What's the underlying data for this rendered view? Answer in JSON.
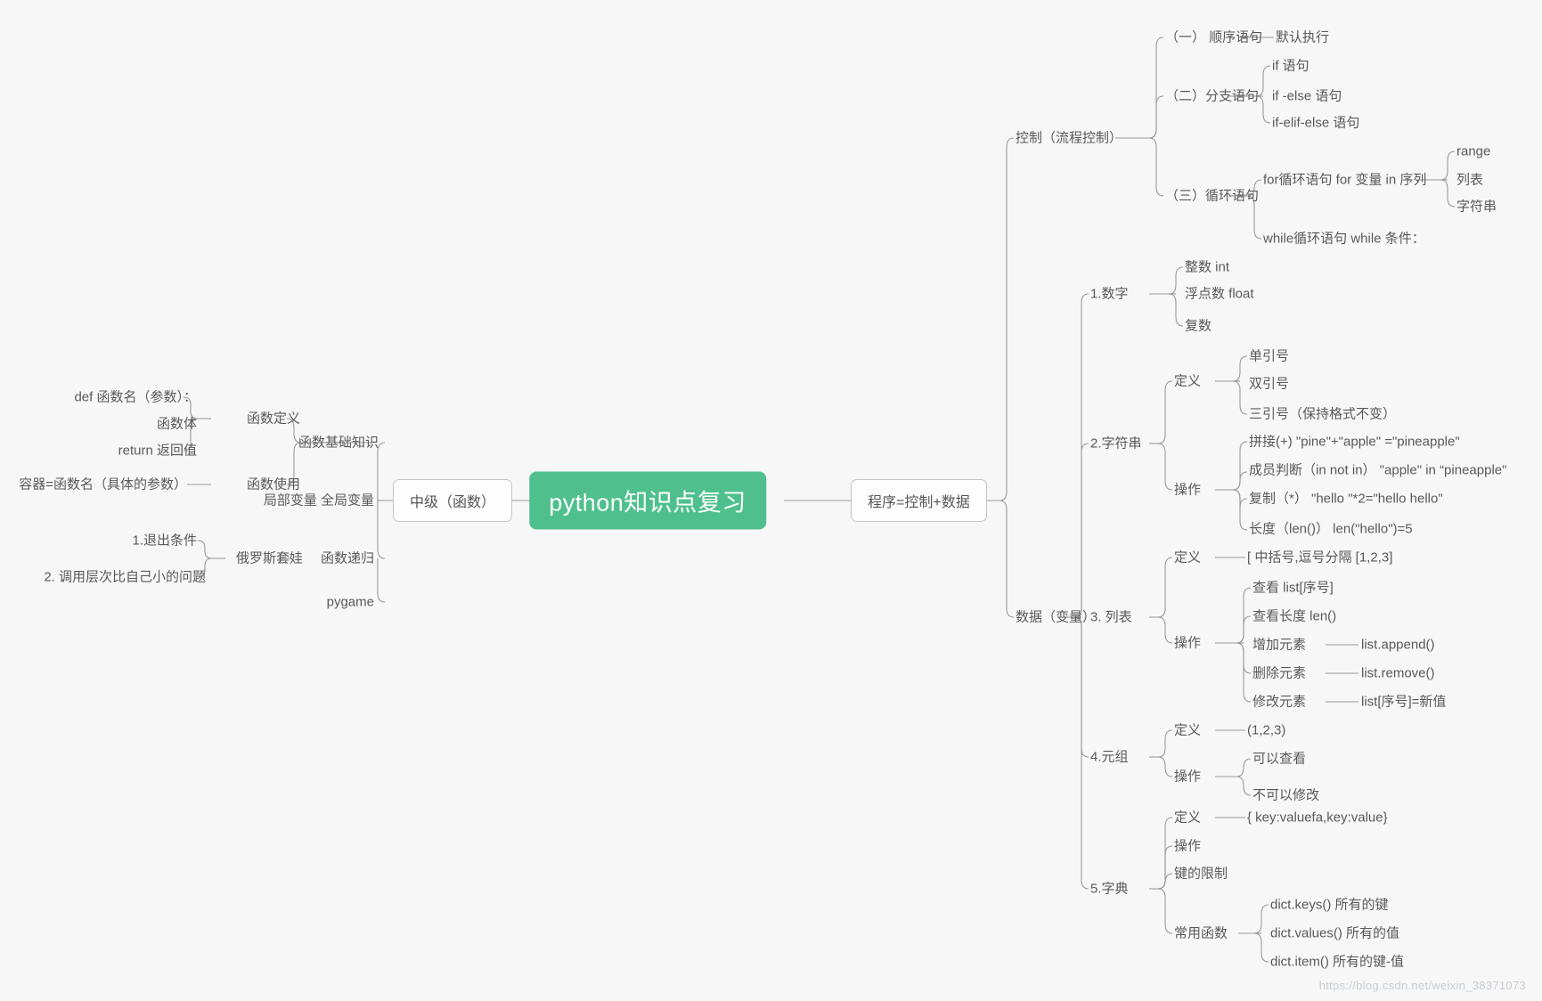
{
  "root": {
    "label": "python知识点复习",
    "color": "#4FC08D",
    "text_color": "#ffffff"
  },
  "watermark": "https://blog.csdn.net/weixin_38371073",
  "theme": {
    "line_color": "#9a9a9a",
    "background": "#f7f7f7",
    "text_color": "#595959",
    "box_border": "#c4c4c4"
  },
  "left_branch": {
    "label": "中级（函数）",
    "children": [
      {
        "label": "函数基础知识",
        "children": [
          {
            "label": "函数定义",
            "children": [
              {
                "label": "def 函数名（参数）："
              },
              {
                "label": "函数体"
              },
              {
                "label": "return 返回值"
              }
            ]
          },
          {
            "label": "函数使用",
            "children": [
              {
                "label": "容器=函数名（具体的参数）"
              }
            ]
          }
        ]
      },
      {
        "label": "局部变量 全局变量",
        "children": []
      },
      {
        "label": "函数递归",
        "children": [
          {
            "label": "俄罗斯套娃",
            "children": [
              {
                "label": "1.退出条件"
              },
              {
                "label": "2. 调用层次比自己小的问题"
              }
            ]
          }
        ]
      },
      {
        "label": "pygame",
        "children": []
      }
    ]
  },
  "right_branch": {
    "label": "程序=控制+数据",
    "children": [
      {
        "label": "控制（流程控制）",
        "children": [
          {
            "label": "（一） 顺序语句",
            "children": [
              {
                "label": "默认执行"
              }
            ]
          },
          {
            "label": "（二）分支语句",
            "children": [
              {
                "label": "if 语句"
              },
              {
                "label": "if -else  语句"
              },
              {
                "label": "if-elif-else 语句"
              }
            ]
          },
          {
            "label": "（三）循环语句",
            "children": [
              {
                "label": "for循环语句   for 变量 in 序列",
                "children": [
                  {
                    "label": "range"
                  },
                  {
                    "label": "列表"
                  },
                  {
                    "label": "字符串"
                  }
                ]
              },
              {
                "label": "while循环语句  while 条件："
              }
            ]
          }
        ]
      },
      {
        "label": "数据（变量）",
        "children": [
          {
            "label": "1.数字",
            "children": [
              {
                "label": "整数  int"
              },
              {
                "label": "浮点数 float"
              },
              {
                "label": "复数"
              }
            ]
          },
          {
            "label": "2.字符串",
            "children": [
              {
                "label": "定义",
                "children": [
                  {
                    "label": "单引号"
                  },
                  {
                    "label": "双引号"
                  },
                  {
                    "label": "三引号（保持格式不变）"
                  }
                ]
              },
              {
                "label": "操作",
                "children": [
                  {
                    "label": "拼接(+) \"pine\"+\"apple\" =\"pineapple\""
                  },
                  {
                    "label": "成员判断（in  not in）  \"apple\" in “pineapple\""
                  },
                  {
                    "label": "复制（*）    \"hello \"*2=\"hello hello\""
                  },
                  {
                    "label": "长度（len()）  len(\"hello\")=5"
                  }
                ]
              }
            ]
          },
          {
            "label": "3. 列表",
            "children": [
              {
                "label": "定义",
                "children": [
                  {
                    "label": "[ 中括号,逗号分隔   [1,2,3]"
                  }
                ]
              },
              {
                "label": "操作",
                "children": [
                  {
                    "label": "查看 list[序号]"
                  },
                  {
                    "label": "查看长度  len()"
                  },
                  {
                    "label": "增加元素",
                    "children": [
                      {
                        "label": "list.append()"
                      }
                    ]
                  },
                  {
                    "label": "删除元素",
                    "children": [
                      {
                        "label": "list.remove()"
                      }
                    ]
                  },
                  {
                    "label": "修改元素",
                    "children": [
                      {
                        "label": "list[序号]=新值"
                      }
                    ]
                  }
                ]
              }
            ]
          },
          {
            "label": "4.元组",
            "children": [
              {
                "label": "定义",
                "children": [
                  {
                    "label": "(1,2,3)"
                  }
                ]
              },
              {
                "label": "操作",
                "children": [
                  {
                    "label": "可以查看"
                  },
                  {
                    "label": "不可以修改"
                  }
                ]
              }
            ]
          },
          {
            "label": "5.字典",
            "children": [
              {
                "label": "定义",
                "children": [
                  {
                    "label": "{ key:valuefa,key:value}"
                  }
                ]
              },
              {
                "label": "操作",
                "children": []
              },
              {
                "label": "键的限制",
                "children": []
              },
              {
                "label": "常用函数",
                "children": [
                  {
                    "label": "dict.keys()  所有的键"
                  },
                  {
                    "label": "dict.values() 所有的值"
                  },
                  {
                    "label": "dict.item() 所有的键-值"
                  }
                ]
              }
            ]
          }
        ]
      }
    ]
  },
  "nodes": {
    "root": "python知识点复习",
    "l_mid": "中级（函数）",
    "l_fn_basic": "函数基础知识",
    "l_fn_def": "函数定义",
    "l_fn_def_1": "def 函数名（参数）：",
    "l_fn_def_2": "函数体",
    "l_fn_def_3": "return 返回值",
    "l_fn_use": "函数使用",
    "l_fn_use_1": "容器=函数名（具体的参数）",
    "l_var": "局部变量 全局变量",
    "l_rec": "函数递归",
    "l_rec_doll": "俄罗斯套娃",
    "l_rec_1": "1.退出条件",
    "l_rec_2": "2. 调用层次比自己小的问题",
    "l_pygame": "pygame",
    "r_prog": "程序=控制+数据",
    "r_ctrl": "控制（流程控制）",
    "r_c1": "（一） 顺序语句",
    "r_c1_1": "默认执行",
    "r_c2": "（二）分支语句",
    "r_c2_1": "if 语句",
    "r_c2_2": "if -else  语句",
    "r_c2_3": "if-elif-else 语句",
    "r_c3": "（三）循环语句",
    "r_c3_for": "for循环语句   for 变量 in 序列",
    "r_c3_for_1": "range",
    "r_c3_for_2": "列表",
    "r_c3_for_3": "字符串",
    "r_c3_while": "while循环语句  while 条件：",
    "r_data": "数据（变量）",
    "r_d1": "1.数字",
    "r_d1_1": "整数  int",
    "r_d1_2": "浮点数 float",
    "r_d1_3": "复数",
    "r_d2": "2.字符串",
    "r_d2_def": "定义",
    "r_d2_def_1": "单引号",
    "r_d2_def_2": "双引号",
    "r_d2_def_3": "三引号（保持格式不变）",
    "r_d2_op": "操作",
    "r_d2_op_1": "拼接(+)  \"pine\"+\"apple\" =\"pineapple\"",
    "r_d2_op_2": "成员判断（in  not in）  \"apple\" in “pineapple\"",
    "r_d2_op_3": "复制（*）    \"hello \"*2=\"hello hello\"",
    "r_d2_op_4": "长度（len()）  len(\"hello\")=5",
    "r_d3": "3. 列表",
    "r_d3_def": "定义",
    "r_d3_def_1": "[ 中括号,逗号分隔   [1,2,3]",
    "r_d3_op": "操作",
    "r_d3_op_1": "查看 list[序号]",
    "r_d3_op_2": "查看长度  len()",
    "r_d3_op_3": "增加元素",
    "r_d3_op_3v": "list.append()",
    "r_d3_op_4": "删除元素",
    "r_d3_op_4v": "list.remove()",
    "r_d3_op_5": "修改元素",
    "r_d3_op_5v": "list[序号]=新值",
    "r_d4": "4.元组",
    "r_d4_def": "定义",
    "r_d4_def_1": "(1,2,3)",
    "r_d4_op": "操作",
    "r_d4_op_1": "可以查看",
    "r_d4_op_2": "不可以修改",
    "r_d5": "5.字典",
    "r_d5_def": "定义",
    "r_d5_def_1": "{ key:valuefa,key:value}",
    "r_d5_op": "操作",
    "r_d5_key": "键的限制",
    "r_d5_fn": "常用函数",
    "r_d5_fn_1": "dict.keys()  所有的键",
    "r_d5_fn_2": "dict.values() 所有的值",
    "r_d5_fn_3": "dict.item() 所有的键-值"
  }
}
